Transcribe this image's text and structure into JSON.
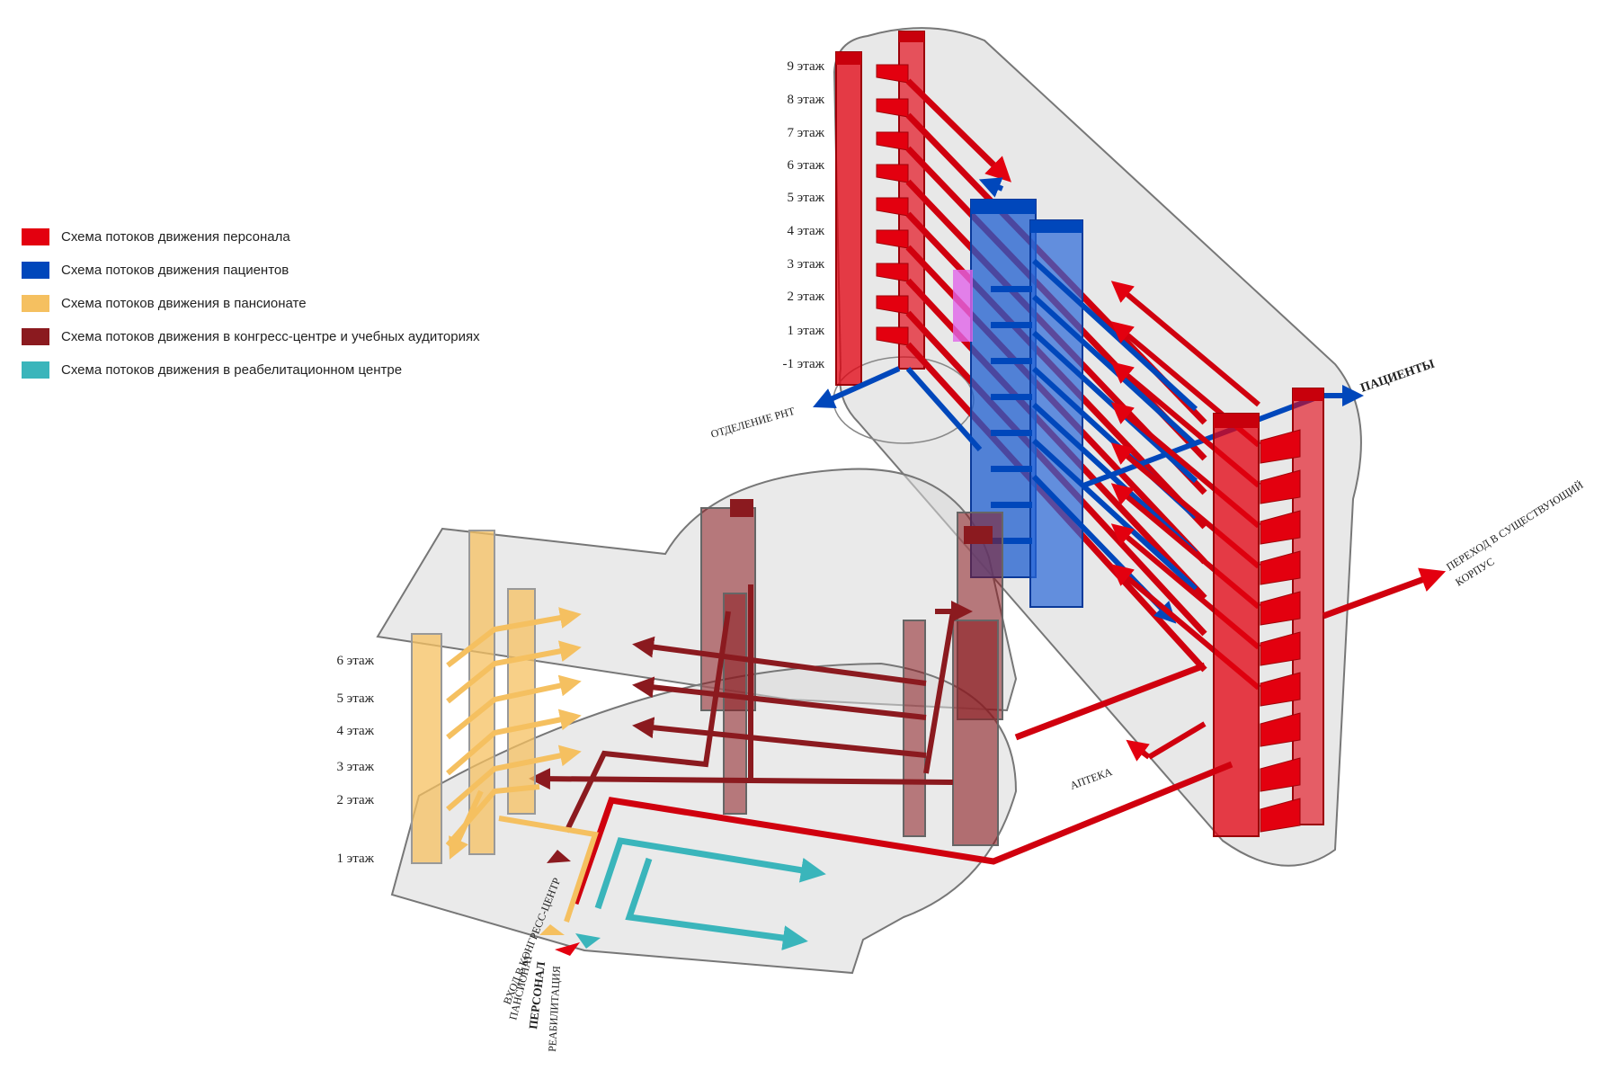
{
  "legend": [
    {
      "label": "Схема потоков движения персонала",
      "color": "#e3000f"
    },
    {
      "label": "Схема потоков движения пациентов",
      "color": "#0047bb"
    },
    {
      "label": "Схема потоков движения в пансионате",
      "color": "#f5c060"
    },
    {
      "label": "Схема потоков движения в конгресс-центре и учебных  аудиториях",
      "color": "#8b1a1f"
    },
    {
      "label": "Схема потоков движения в реабелитационном центре",
      "color": "#3ab5bb"
    }
  ],
  "tower_floors": [
    "9 этаж",
    "8 этаж",
    "7 этаж",
    "6 этаж",
    "5 этаж",
    "4 этаж",
    "3 этаж",
    "2 этаж",
    "1 этаж",
    "-1 этаж"
  ],
  "lower_floors": [
    "6 этаж",
    "5 этаж",
    "4 этаж",
    "3 этаж",
    "2 этаж",
    "1 этаж"
  ],
  "labels": {
    "rnt": "ОТДЕЛЕНИЕ РНТ",
    "patients": "ПАЦИЕНТЫ",
    "transition_line1": "ПЕРЕХОД В СУЩЕСТВУЮЩИЙ",
    "transition_line2": "КОРПУС",
    "pharmacy": "АПТЕКА",
    "entrance_congress": "ВХОД В КОНГРЕСС-ЦЕНТР",
    "entrance_pension": "ПАНСИОНАТ",
    "entrance_staff": "ПЕРСОНАЛ",
    "entrance_rehab": "РЕАБИЛИТАЦИЯ"
  },
  "colors": {
    "staff": "#e3000f",
    "patients": "#0047bb",
    "pension": "#f5c060",
    "congress": "#8b1a1f",
    "rehab": "#3ab5bb",
    "glass": "#d9d9d9"
  }
}
